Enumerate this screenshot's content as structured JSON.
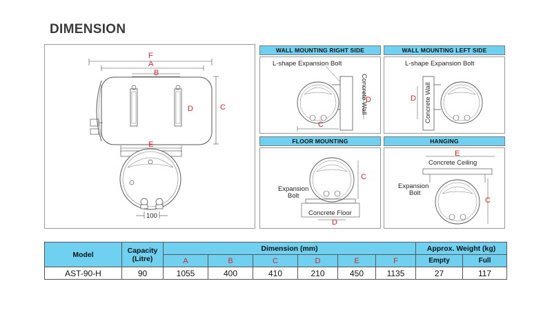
{
  "page": {
    "title": "DIMENSION"
  },
  "main_diagram": {
    "dim_labels": {
      "f": "F",
      "a": "A",
      "b": "B",
      "c": "C",
      "d": "D",
      "e": "E"
    },
    "spacing_label": "100"
  },
  "wall_right": {
    "header": "WALL MOUNTING RIGHT SIDE",
    "bolt_label": "L-shape Expansion Bolt",
    "wall_label": "Concrete Wall",
    "c": "C",
    "d": "D"
  },
  "wall_left": {
    "header": "WALL MOUNTING LEFT SIDE",
    "bolt_label": "L-shape Expansion Bolt",
    "wall_label": "Concrete Wall",
    "d": "D"
  },
  "floor": {
    "header": "FLOOR MOUNTING",
    "bolt_label_1": "Expansion",
    "bolt_label_2": "Bolt",
    "floor_label": "Concrete Floor",
    "c": "C",
    "d": "D"
  },
  "hanging": {
    "header": "HANGING",
    "ceiling_label": "Concrete Ceiling",
    "bolt_label_1": "Expansion",
    "bolt_label_2": "Bolt",
    "c": "C",
    "e": "E"
  },
  "table": {
    "model_header": "Model",
    "capacity_header_1": "Capacity",
    "capacity_header_2": "(Litre)",
    "dimension_header": "Dimension (mm)",
    "weight_header": "Approx. Weight (kg)",
    "letters": [
      "A",
      "B",
      "C",
      "D",
      "E",
      "F"
    ],
    "weight_sub": [
      "Empty",
      "Full"
    ],
    "row": {
      "model": "AST-90-H",
      "capacity": "90",
      "dims": [
        "1055",
        "400",
        "410",
        "210",
        "450",
        "1135"
      ],
      "empty": "27",
      "full": "117"
    }
  },
  "colors": {
    "header_bg": "#6fd0ef",
    "dim_red": "#d9252b"
  }
}
